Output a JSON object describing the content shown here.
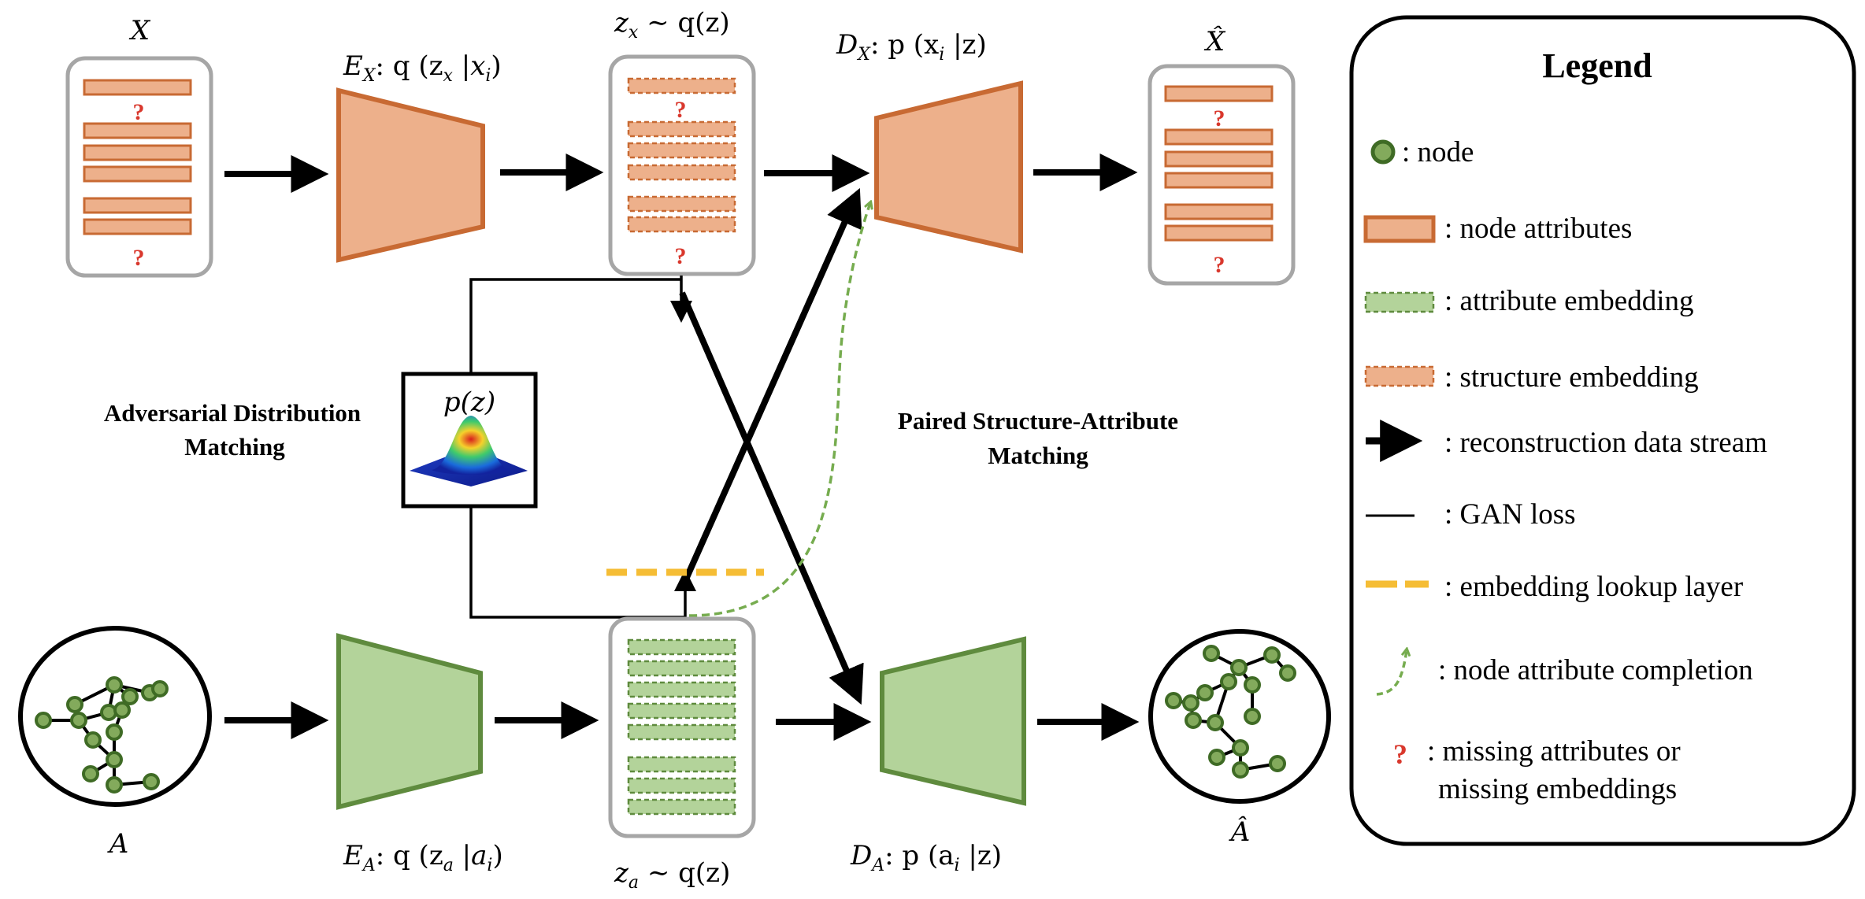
{
  "labels": {
    "x_input": "X",
    "x_hat": "X̂",
    "a_input": "A",
    "a_hat": "Â",
    "encoder_x": "E",
    "encoder_x_sub": "X",
    "encoder_x_func": ": q (z",
    "encoder_x_func_sub": "x",
    "encoder_x_func_end": " |x",
    "encoder_x_func_end_sub": "i",
    "encoder_x_close": ")",
    "zx": "z",
    "zx_sub": "x",
    "zx_dist": " ∼ q(z)",
    "decoder_x": "D",
    "decoder_x_sub": "X",
    "decoder_x_func": ": p (x",
    "decoder_x_func_sub": "i",
    "decoder_x_func_end": " |z)",
    "encoder_a": "E",
    "encoder_a_sub": "A",
    "encoder_a_func": ": q (z",
    "encoder_a_func_sub": "a",
    "encoder_a_func_end": " |a",
    "encoder_a_func_end_sub": "i",
    "encoder_a_close": ")",
    "za": "z",
    "za_sub": "a",
    "za_dist": " ∼ q(z)",
    "decoder_a": "D",
    "decoder_a_sub": "A",
    "decoder_a_func": ": p (a",
    "decoder_a_func_sub": "i",
    "decoder_a_func_end": " |z)",
    "prior": "p(z)",
    "adversarial_1": "Adversarial Distribution",
    "adversarial_2": "Matching",
    "paired_1": "Paired Structure-Attribute",
    "paired_2": "Matching",
    "missing_mark": "?"
  },
  "legend": {
    "title": "Legend",
    "items": [
      {
        "icon": "node-icon",
        "text": ": node"
      },
      {
        "icon": "node-attributes-icon",
        "text": ": node attributes"
      },
      {
        "icon": "attribute-embedding-icon",
        "text": ": attribute embedding"
      },
      {
        "icon": "structure-embedding-icon",
        "text": ": structure embedding"
      },
      {
        "icon": "thick-arrow-icon",
        "text": ": reconstruction data stream"
      },
      {
        "icon": "thin-line-icon",
        "text": ": GAN loss"
      },
      {
        "icon": "dashed-yellow-line-icon",
        "text": ": embedding lookup layer"
      },
      {
        "icon": "dashed-green-arrow-icon",
        "text": ": node attribute completion"
      },
      {
        "icon": "question-mark-icon",
        "text": ": missing attributes or"
      },
      {
        "icon": "",
        "text": "missing embeddings"
      }
    ]
  },
  "colors": {
    "orange_fill": "#edb08b",
    "orange_stroke": "#c86a33",
    "green_fill": "#b3d39a",
    "green_stroke": "#5f8b3e",
    "box_border": "#a6a6a6",
    "missing_red": "#d9382d",
    "lookup_yellow": "#f5bd35",
    "completion_green": "#76ac4f",
    "node_fill": "#83aa5c",
    "node_stroke": "#3f6b25"
  }
}
